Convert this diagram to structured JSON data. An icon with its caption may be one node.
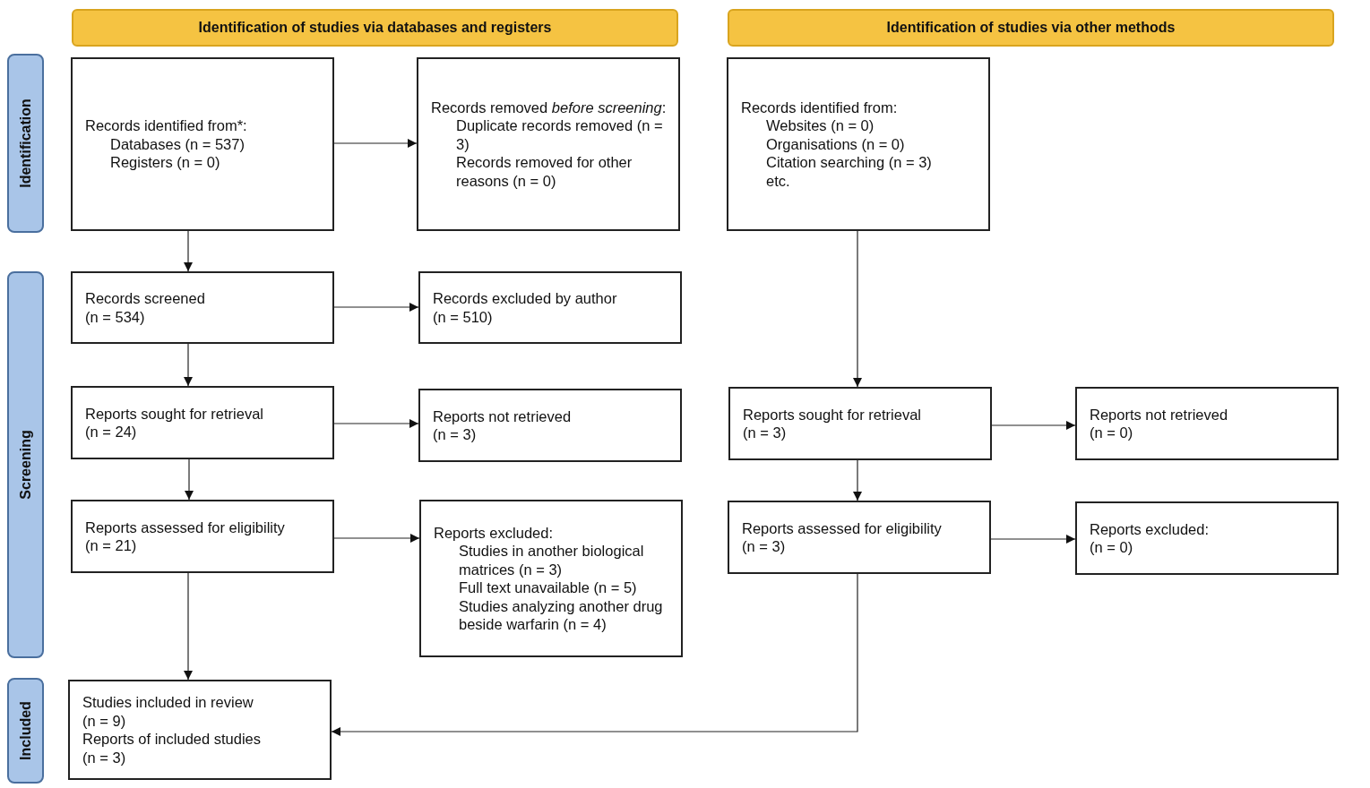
{
  "diagram": {
    "nodes": [
      {
        "text": [
          "Identification of studies via databases and registers"
        ]
      },
      {
        "text": [
          "Identification of studies via other methods"
        ]
      },
      {
        "text": [
          "Identification"
        ]
      },
      {
        "text": [
          "Records identified from*:",
          "Databases (n = 537)",
          "Registers (n = 0)"
        ]
      },
      {
        "text": [
          "Records removed *before screening*:",
          "Duplicate records removed (n = 3)",
          "Records removed for other reasons (n = 0)"
        ]
      },
      {
        "text": [
          "Records identified from:",
          "Websites (n = 0)",
          "Organisations (n = 0)",
          "Citation searching (n = 3)",
          "etc."
        ]
      },
      {
        "text": [
          "Screening"
        ]
      },
      {
        "text": [
          "Records screened",
          "(n = 534)"
        ]
      },
      {
        "text": [
          "Records excluded by author",
          "(n = 510)"
        ]
      },
      {
        "text": [
          "Reports sought for retrieval",
          "(n = 24)"
        ]
      },
      {
        "text": [
          "Reports not retrieved",
          "(n = 3)"
        ]
      },
      {
        "text": [
          "Reports sought for retrieval",
          "(n = 3)"
        ]
      },
      {
        "text": [
          "Reports not retrieved",
          "(n = 0)"
        ]
      },
      {
        "text": [
          "Reports assessed for eligibility",
          "(n = 21)"
        ]
      },
      {
        "text": [
          "Reports excluded:",
          "Studies in another biological matrices (n = 3)",
          "Full text unavailable (n = 5)",
          "Studies analyzing another drug beside warfarin (n = 4)"
        ]
      },
      {
        "text": [
          "Reports assessed for eligibility",
          "(n = 3)"
        ]
      },
      {
        "text": [
          "Reports excluded:",
          "(n = 0)"
        ]
      },
      {
        "text": [
          "Included"
        ]
      },
      {
        "text": [
          "Studies included in review",
          "(n = 9)",
          "Reports of included studies",
          "(n = 3)"
        ]
      }
    ],
    "edges": [
      {
        "from": 3,
        "to": 4,
        "arrow": "to"
      },
      {
        "from": 3,
        "to": 7,
        "arrow": "to"
      },
      {
        "from": 7,
        "to": 8,
        "arrow": "to"
      },
      {
        "from": 7,
        "to": 9,
        "arrow": "to"
      },
      {
        "from": 9,
        "to": 10,
        "arrow": "to"
      },
      {
        "from": 9,
        "to": 13,
        "arrow": "to"
      },
      {
        "from": 13,
        "to": 14,
        "arrow": "to"
      },
      {
        "from": 13,
        "to": 18,
        "arrow": "to"
      },
      {
        "from": 5,
        "to": 11,
        "arrow": "to"
      },
      {
        "from": 11,
        "to": 12,
        "arrow": "to"
      },
      {
        "from": 11,
        "to": 15,
        "arrow": "to"
      },
      {
        "from": 15,
        "to": 16,
        "arrow": "to"
      },
      {
        "from": 15,
        "to": 18,
        "arrow": "to"
      }
    ]
  }
}
